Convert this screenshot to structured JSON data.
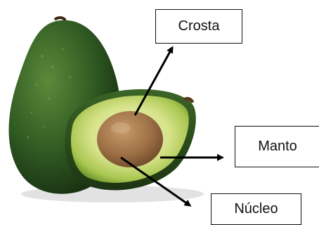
{
  "labels": {
    "crust": "Crosta",
    "mantle": "Manto",
    "core": "Núcleo"
  },
  "colors": {
    "skin_dark": "#23421a",
    "skin_mid": "#3d6a2a",
    "flesh_outer": "#9ec14a",
    "flesh_inner": "#e4ecae",
    "pit": "#a57a4c",
    "arrow": "#000000"
  }
}
